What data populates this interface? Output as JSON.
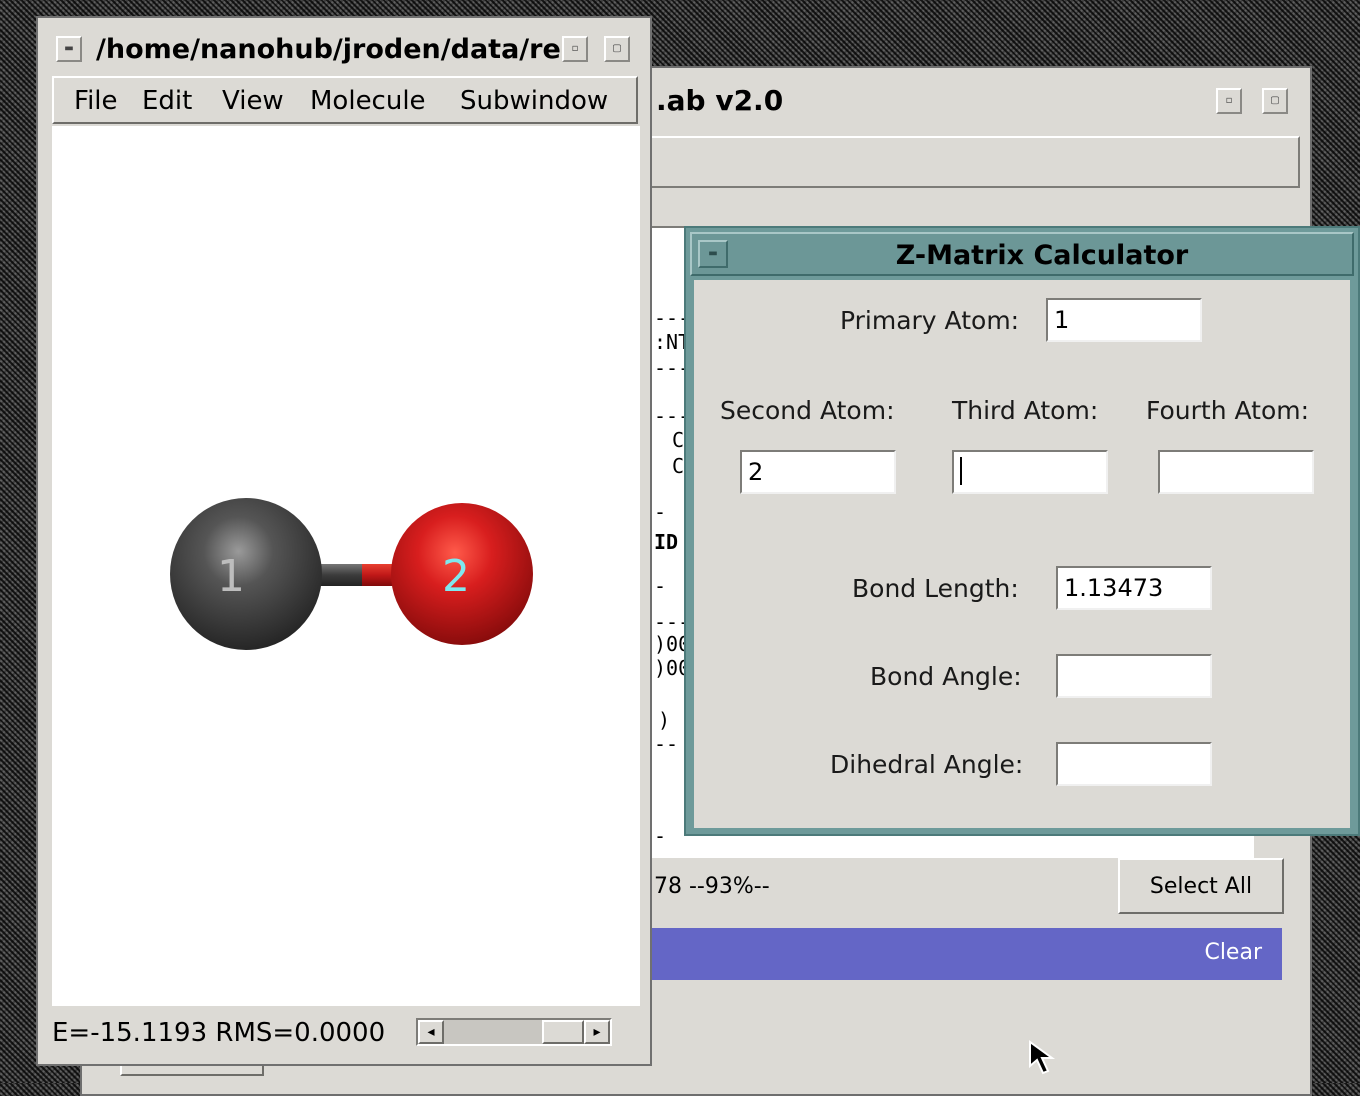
{
  "back_window": {
    "title": ".ab v2.0",
    "output_fragments": [
      "---",
      ":NT",
      "---",
      "---",
      "C",
      "C",
      "-",
      "ID",
      "-",
      "---",
      ")00",
      ")00",
      ")",
      "--",
      "-"
    ],
    "status": "78  --93%--",
    "select_all_label": "Select All",
    "clear_label": "Clear"
  },
  "molecule_viewer": {
    "title": "/home/nanohub/jroden/data/re",
    "menu": [
      "File",
      "Edit",
      "View",
      "Molecule",
      "Subwindow"
    ],
    "atoms": [
      {
        "label": "1",
        "color": "#3a3a3a"
      },
      {
        "label": "2",
        "color": "#d01818"
      }
    ],
    "atom_label_color": "#7fe8ef",
    "status": "E=-15.1193 RMS=0.0000"
  },
  "zmatrix": {
    "title": "Z-Matrix Calculator",
    "primary_atom_label": "Primary Atom:",
    "primary_atom_value": "1",
    "second_atom_label": "Second Atom:",
    "second_atom_value": "2",
    "third_atom_label": "Third Atom:",
    "third_atom_value": "",
    "fourth_atom_label": "Fourth Atom:",
    "fourth_atom_value": "",
    "bond_length_label": "Bond Length:",
    "bond_length_value": "1.13473",
    "bond_angle_label": "Bond Angle:",
    "bond_angle_value": "",
    "dihedral_angle_label": "Dihedral Angle:",
    "dihedral_angle_value": ""
  },
  "colors": {
    "window_bg": "#dcdad5",
    "dialog_frame": "#6e9a9a",
    "highlight_bar": "#6466c6"
  }
}
